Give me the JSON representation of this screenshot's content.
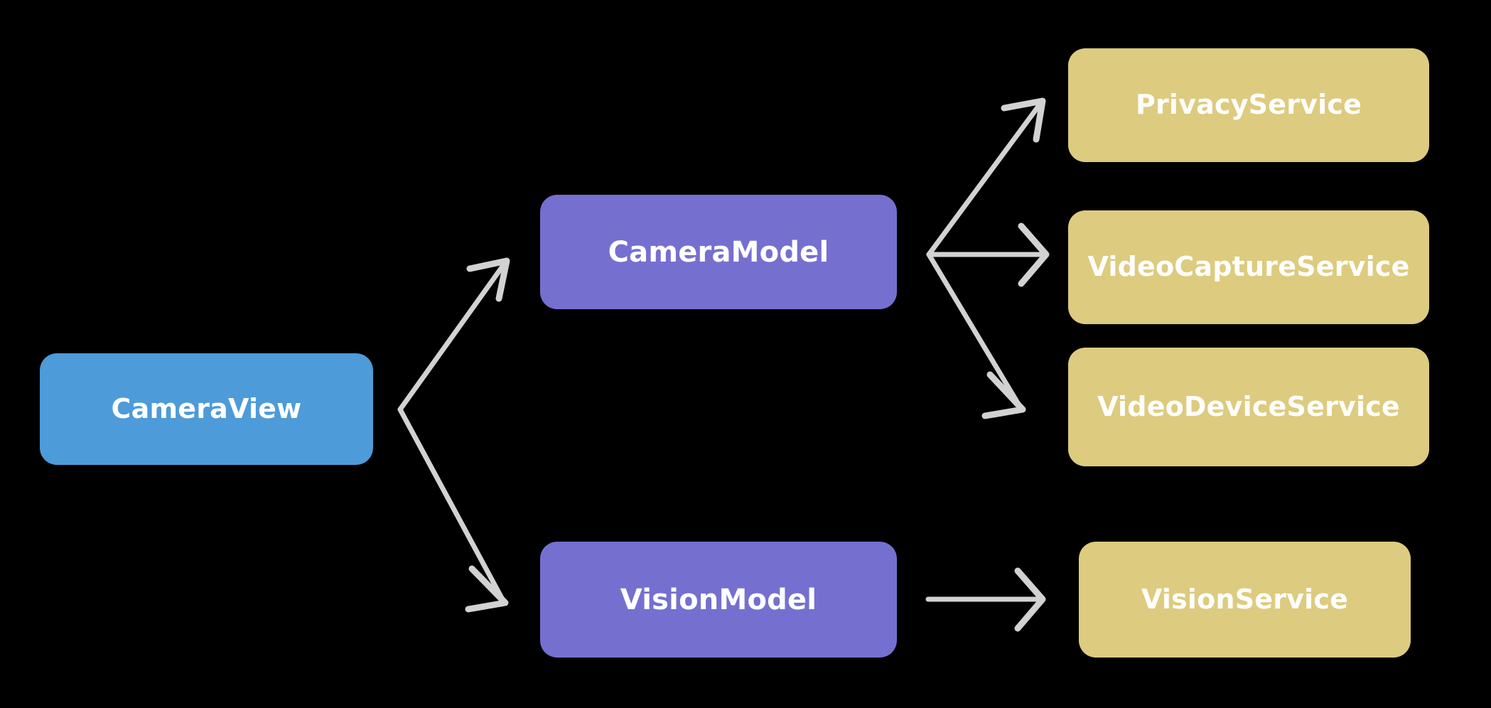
{
  "diagram": {
    "title": "CameraView architecture dependency diagram",
    "type": "flow-diagram",
    "background_color": "#000000",
    "orientation": "left-to-right",
    "edge_color": "#d2d2d2",
    "edge_stroke_width": 7,
    "arrowhead_style": "open-v",
    "node_text_color": "#ffffff",
    "colors": {
      "view": "#4d9bd8",
      "model": "#7570cf",
      "service": "#ddcb7f"
    },
    "nodes": [
      {
        "id": "cameraview",
        "label": "CameraView",
        "layer": "view",
        "color": "#4d9bd8"
      },
      {
        "id": "cameramodel",
        "label": "CameraModel",
        "layer": "model",
        "color": "#7570cf"
      },
      {
        "id": "visionmodel",
        "label": "VisionModel",
        "layer": "model",
        "color": "#7570cf"
      },
      {
        "id": "privacyservice",
        "label": "PrivacyService",
        "layer": "service",
        "color": "#ddcb7f"
      },
      {
        "id": "videocaptureservice",
        "label": "VideoCaptureService",
        "layer": "service",
        "color": "#ddcb7f"
      },
      {
        "id": "videodeviceservice",
        "label": "VideoDeviceService",
        "layer": "service",
        "color": "#ddcb7f"
      },
      {
        "id": "visionservice",
        "label": "VisionService",
        "layer": "service",
        "color": "#ddcb7f"
      }
    ],
    "edges": [
      {
        "id": "e1",
        "from": "cameraview",
        "to": "cameramodel",
        "direction": "up-right"
      },
      {
        "id": "e2",
        "from": "cameraview",
        "to": "visionmodel",
        "direction": "down-right"
      },
      {
        "id": "e3",
        "from": "cameramodel",
        "to": "privacyservice",
        "direction": "up-right"
      },
      {
        "id": "e4",
        "from": "cameramodel",
        "to": "videocaptureservice",
        "direction": "right"
      },
      {
        "id": "e5",
        "from": "cameramodel",
        "to": "videodeviceservice",
        "direction": "down-right"
      },
      {
        "id": "e6",
        "from": "visionmodel",
        "to": "visionservice",
        "direction": "right"
      }
    ]
  }
}
